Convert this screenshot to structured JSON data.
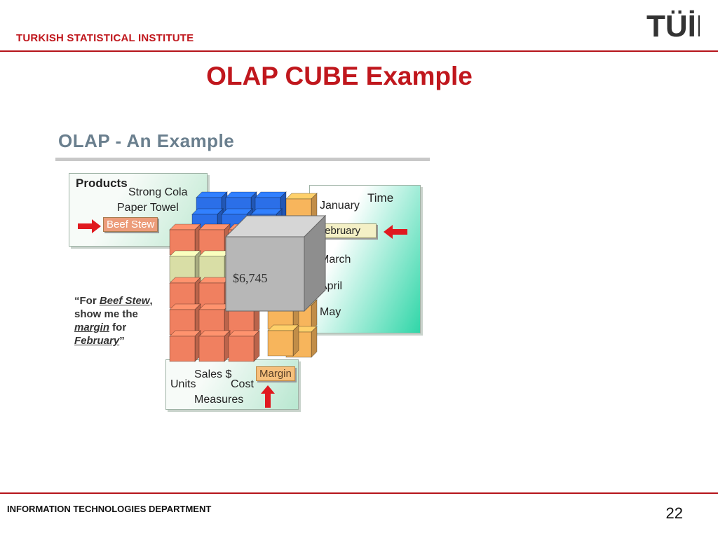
{
  "header": {
    "org_name": "TURKISH STATISTICAL INSTITUTE",
    "logo_text": "TÜİK"
  },
  "slide": {
    "title": "OLAP CUBE Example",
    "page_number": "22"
  },
  "footer": {
    "department": "INFORMATION TECHNOLOGIES DEPARTMENT"
  },
  "figure": {
    "title": "OLAP - An Example",
    "products": {
      "heading": "Products",
      "items": [
        "Strong Cola",
        "Paper Towel",
        "Beef Stew"
      ]
    },
    "time": {
      "heading": "Time",
      "items": [
        "January",
        "February",
        "March",
        "April",
        "May"
      ]
    },
    "measures": {
      "heading": "Measures",
      "items": [
        "Units",
        "Sales $",
        "Cost",
        "Margin"
      ]
    },
    "cell_value": "$6,745",
    "quote": {
      "l1a": "“For ",
      "l1b": "Beef Stew",
      "l1c": ",",
      "l2": "show me the",
      "l3a": "margin",
      "l3b": " for",
      "l4a": "February",
      "l4b": "”"
    }
  },
  "colors": {
    "brand_red": "#c0171d",
    "cube_blue": "#2b6fe8",
    "cube_salmon": "#f08060",
    "cube_orange": "#f7b55c",
    "cube_olive": "#d9dea6",
    "highlight_cell": "#bdbdbd"
  }
}
